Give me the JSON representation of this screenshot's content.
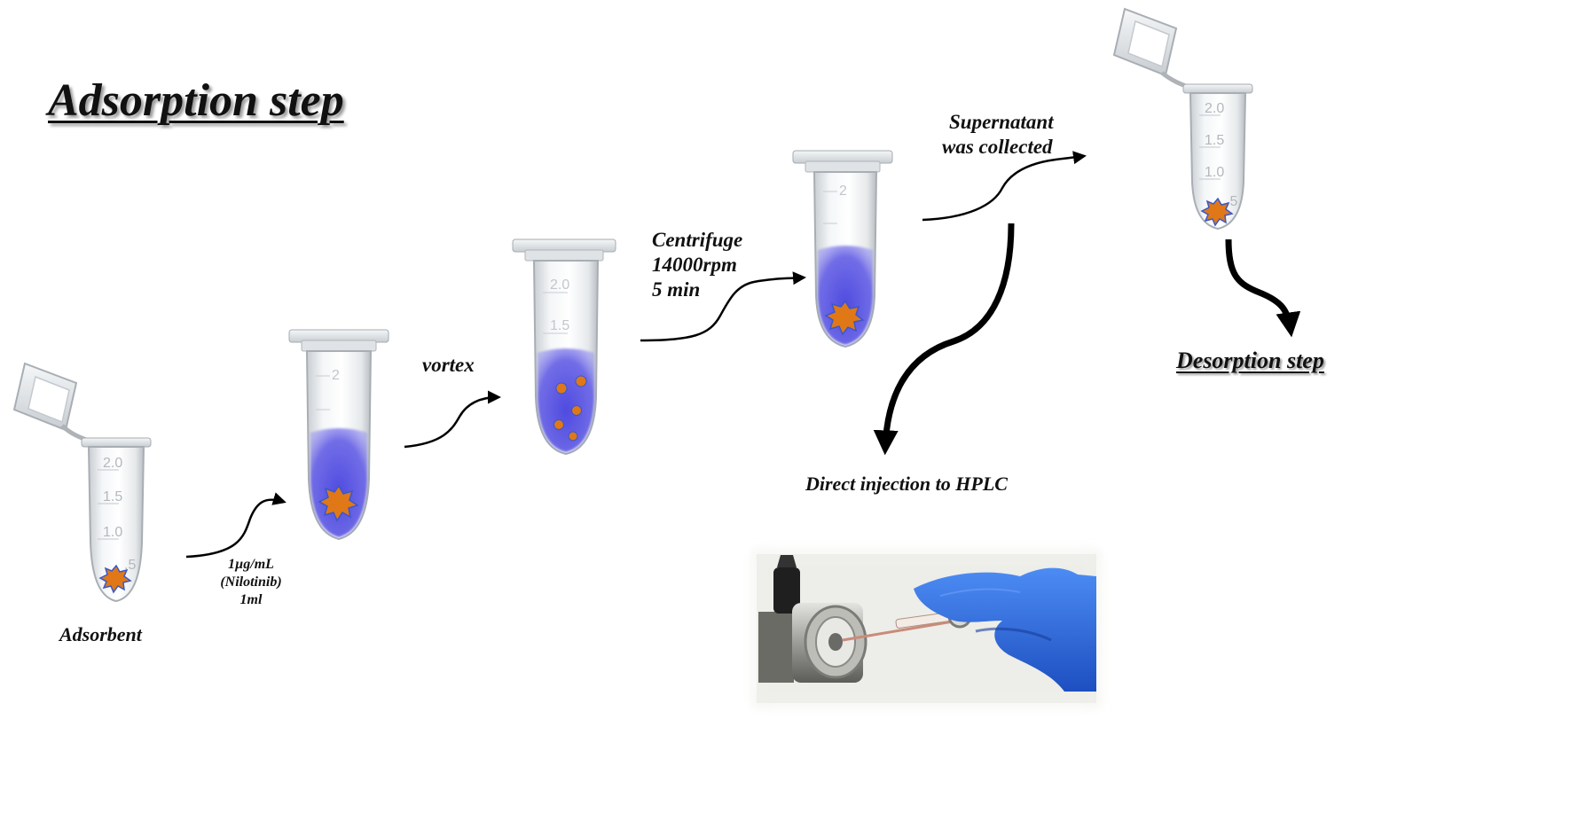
{
  "title": "Adsorption step",
  "steps": {
    "adsorbent": "Adsorbent",
    "sample": [
      "1µg/mL",
      "(Nilotinib)",
      "1ml"
    ],
    "vortex": "vortex",
    "centrifuge": [
      "Centrifuge",
      "14000rpm",
      "5 min"
    ],
    "supernatant": [
      "Supernatant",
      "was collected"
    ],
    "injection": "Direct injection to HPLC",
    "desorption": "Desorption step"
  },
  "tubes": [
    {
      "id": "tube-1",
      "lid": "open",
      "liquid_fill": 0,
      "particles": "pellet"
    },
    {
      "id": "tube-2",
      "lid": "closed",
      "liquid_fill": 0.45,
      "particles": "pellet"
    },
    {
      "id": "tube-3",
      "lid": "closed",
      "liquid_fill": 0.45,
      "particles": "dispersed"
    },
    {
      "id": "tube-4",
      "lid": "closed",
      "liquid_fill": 0.45,
      "particles": "pellet"
    },
    {
      "id": "tube-5",
      "lid": "open",
      "liquid_fill": 0,
      "particles": "pellet"
    }
  ],
  "tube_scale_marks": [
    "2.0",
    "1.5",
    "1.0",
    ".5"
  ],
  "colors": {
    "liquid": "#5a55e0",
    "particle": "#e07818",
    "particle_edge": "#3a58c8",
    "glove": "#2f6fe8",
    "arrow": "#000000"
  }
}
